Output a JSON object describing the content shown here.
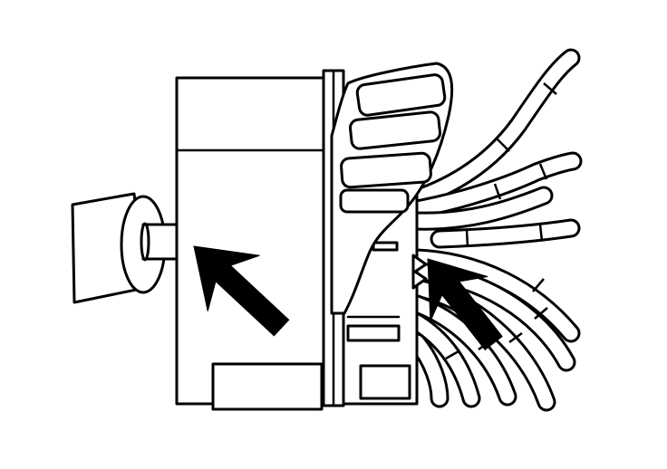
{
  "diagram": {
    "style": "black line drawing on white",
    "colors": {
      "line": "#000000",
      "background": "#ffffff"
    },
    "parts": [
      {
        "id": "cylinder",
        "icon": "cylinder-shape"
      },
      {
        "id": "connector-body",
        "icon": "block-shape"
      },
      {
        "id": "locking-tab",
        "icon": "tab-shape"
      },
      {
        "id": "wire-harness",
        "icon": "wire-bundle"
      },
      {
        "id": "arrow-left",
        "icon": "arrow-up-left-icon"
      },
      {
        "id": "arrow-right",
        "icon": "arrow-up-left-icon"
      }
    ],
    "wire_count": 10
  }
}
